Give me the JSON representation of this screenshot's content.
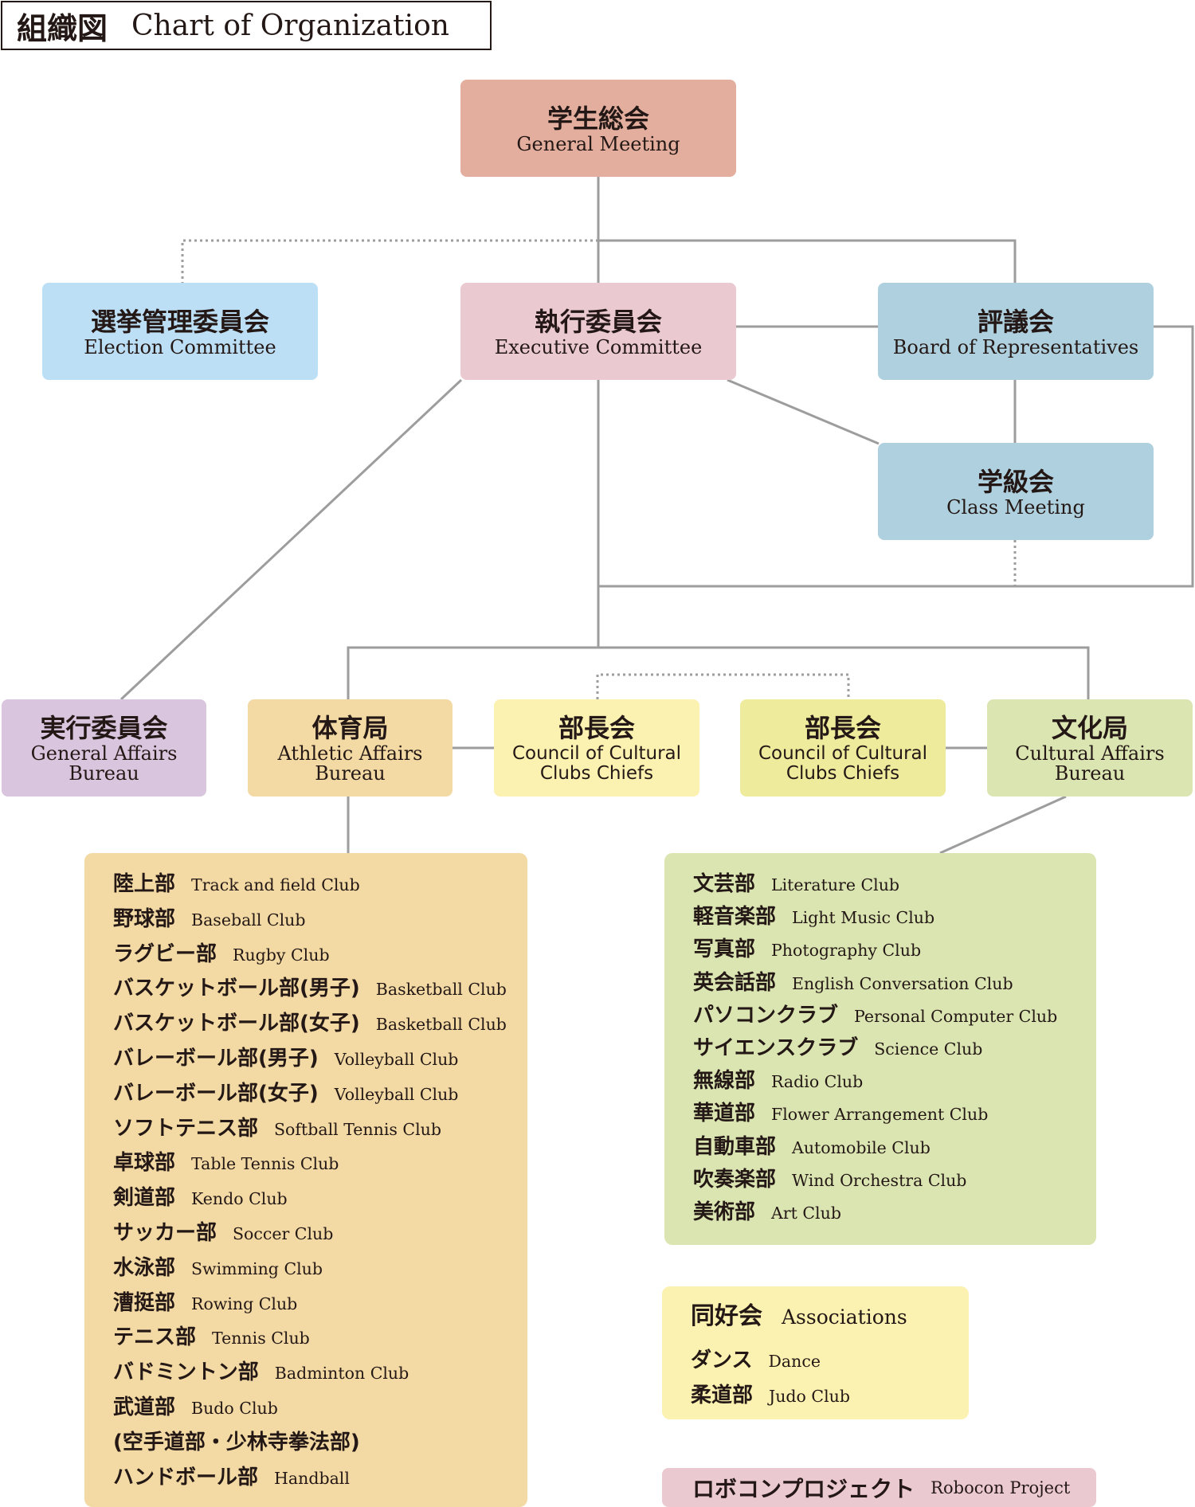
{
  "title": {
    "jp": "組織図",
    "en": "Chart of Organization"
  },
  "nodes": {
    "general_meeting": {
      "jp": "学生総会",
      "en": "General Meeting"
    },
    "election_committee": {
      "jp": "選挙管理委員会",
      "en": "Election Committee"
    },
    "executive_committee": {
      "jp": "執行委員会",
      "en": "Executive Committee"
    },
    "board_of_representatives": {
      "jp": "評議会",
      "en": "Board of Representatives"
    },
    "class_meeting": {
      "jp": "学級会",
      "en": "Class Meeting"
    },
    "general_affairs": {
      "jp": "実行委員会",
      "en1": "General Affairs",
      "en2": "Bureau"
    },
    "athletic_affairs": {
      "jp": "体育局",
      "en1": "Athletic Affairs",
      "en2": "Bureau"
    },
    "council_athletic": {
      "jp": "部長会",
      "en1": "Council of Cultural",
      "en2": "Clubs Chiefs"
    },
    "council_cultural": {
      "jp": "部長会",
      "en1": "Council of Cultural",
      "en2": "Clubs Chiefs"
    },
    "cultural_affairs": {
      "jp": "文化局",
      "en1": "Cultural Affairs",
      "en2": "Bureau"
    }
  },
  "athletic_clubs": [
    {
      "jp": "陸上部",
      "en": "Track and field Club"
    },
    {
      "jp": "野球部",
      "en": "Baseball Club"
    },
    {
      "jp": "ラグビー部",
      "en": "Rugby Club"
    },
    {
      "jp": "バスケットボール部(男子)",
      "en": "Basketball Club"
    },
    {
      "jp": "バスケットボール部(女子)",
      "en": "Basketball Club"
    },
    {
      "jp": "バレーボール部(男子)",
      "en": "Volleyball Club"
    },
    {
      "jp": "バレーボール部(女子)",
      "en": "Volleyball Club"
    },
    {
      "jp": "ソフトテニス部",
      "en": "Softball Tennis Club"
    },
    {
      "jp": "卓球部",
      "en": "Table Tennis Club"
    },
    {
      "jp": "剣道部",
      "en": "Kendo Club"
    },
    {
      "jp": "サッカー部",
      "en": "Soccer Club"
    },
    {
      "jp": "水泳部",
      "en": "Swimming Club"
    },
    {
      "jp": "漕挺部",
      "en": "Rowing Club"
    },
    {
      "jp": "テニス部",
      "en": "Tennis Club"
    },
    {
      "jp": "バドミントン部",
      "en": "Badminton Club"
    },
    {
      "jp": "武道部",
      "en": "Budo Club"
    },
    {
      "jp": "(空手道部・少林寺拳法部)",
      "en": ""
    },
    {
      "jp": "ハンドボール部",
      "en": "Handball"
    }
  ],
  "cultural_clubs": [
    {
      "jp": "文芸部",
      "en": "Literature Club"
    },
    {
      "jp": "軽音楽部",
      "en": "Light Music Club"
    },
    {
      "jp": "写真部",
      "en": "Photography Club"
    },
    {
      "jp": "英会話部",
      "en": "English Conversation Club"
    },
    {
      "jp": "パソコンクラブ",
      "en": "Personal Computer Club"
    },
    {
      "jp": "サイエンスクラブ",
      "en": "Science Club"
    },
    {
      "jp": "無線部",
      "en": "Radio Club"
    },
    {
      "jp": "華道部",
      "en": "Flower Arrangement Club"
    },
    {
      "jp": "自動車部",
      "en": "Automobile Club"
    },
    {
      "jp": "吹奏楽部",
      "en": "Wind Orchestra Club"
    },
    {
      "jp": "美術部",
      "en": "Art Club"
    }
  ],
  "associations": {
    "heading": {
      "jp": "同好会",
      "en": "Associations"
    },
    "items": [
      {
        "jp": "ダンス",
        "en": "Dance"
      },
      {
        "jp": "柔道部",
        "en": "Judo Club"
      }
    ]
  },
  "robocon": {
    "jp": "ロボコンプロジェクト",
    "en": "Robocon Project"
  },
  "colors": {
    "general_meeting": "#e3ae9e",
    "election": "#bddff5",
    "executive": "#ebc9d1",
    "board": "#afd0de",
    "general_affairs": "#d9c5dd",
    "athletic": "#f3d9a3",
    "council_athletic": "#fbf1b0",
    "council_cultural": "#eeeb9c",
    "cultural": "#dbe5b1",
    "line": "#9d9d9d"
  }
}
